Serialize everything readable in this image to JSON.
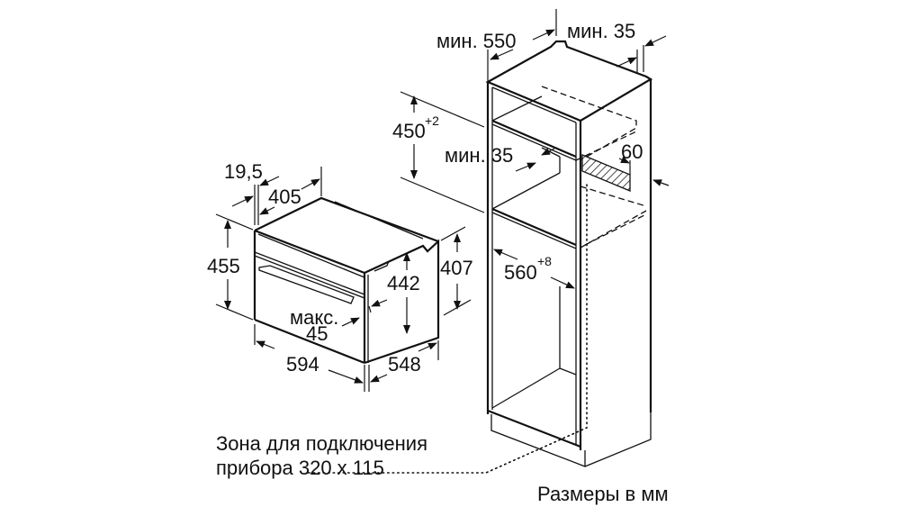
{
  "title": "Размеры в мм",
  "cabinet": {
    "depth_min": "мин. 550",
    "rear_gap_min": "мин. 35",
    "niche_height": "450",
    "niche_height_tolerance": "+2",
    "shelf_gap_min": "мин. 35",
    "vent_depth": "60",
    "niche_width": "560",
    "niche_width_tolerance": "+8"
  },
  "appliance": {
    "front_thickness": "19,5",
    "body_depth_top": "405",
    "front_height": "455",
    "body_height": "442",
    "body_rear_height": "407",
    "handle_note": "макс.",
    "handle_depth": "45",
    "front_width": "594",
    "body_depth": "548"
  },
  "connection_zone": {
    "line1": "Зона для подключения",
    "line2": "прибора 320 x 115"
  }
}
